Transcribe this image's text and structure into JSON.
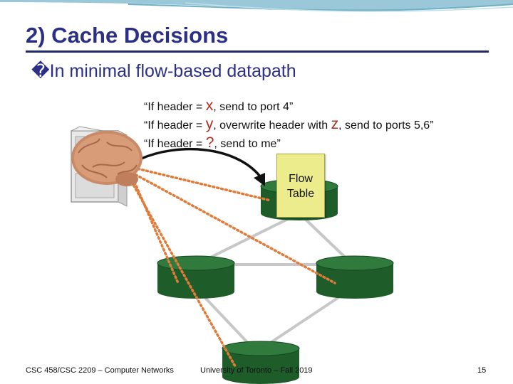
{
  "slide": {
    "title": "2) Cache Decisions",
    "bullet_glyph": "�",
    "bullet_text": "In minimal flow-based datapath",
    "rules": [
      {
        "pre": "“If header = ",
        "var": "x",
        "post": ", send to port 4”"
      },
      {
        "pre": "“If header = ",
        "var": "y",
        "post": ", overwrite header with ",
        "var2": "z",
        "post2": ", send to ports 5,6”"
      },
      {
        "pre": "“If header = ",
        "var": "?",
        "post": ", send to me”"
      }
    ],
    "flow_table": {
      "line1": "Flow",
      "line2": "Table"
    },
    "footer": {
      "course": "CSC 458/CSC 2209 – Computer Networks",
      "university": "University of Toronto – Fall 2019",
      "page": "15"
    }
  },
  "colors": {
    "title": "#2b2f86",
    "switch_green": "#1e5c2a",
    "link_gray": "#c7c7c7",
    "control_link": "#e07b39",
    "variable_red": "#b52a1f",
    "flow_table_yellow": "#ecec8c"
  },
  "icons": [
    "controller-server-icon",
    "brain-icon",
    "switch-icon",
    "curved-arrow-icon"
  ]
}
